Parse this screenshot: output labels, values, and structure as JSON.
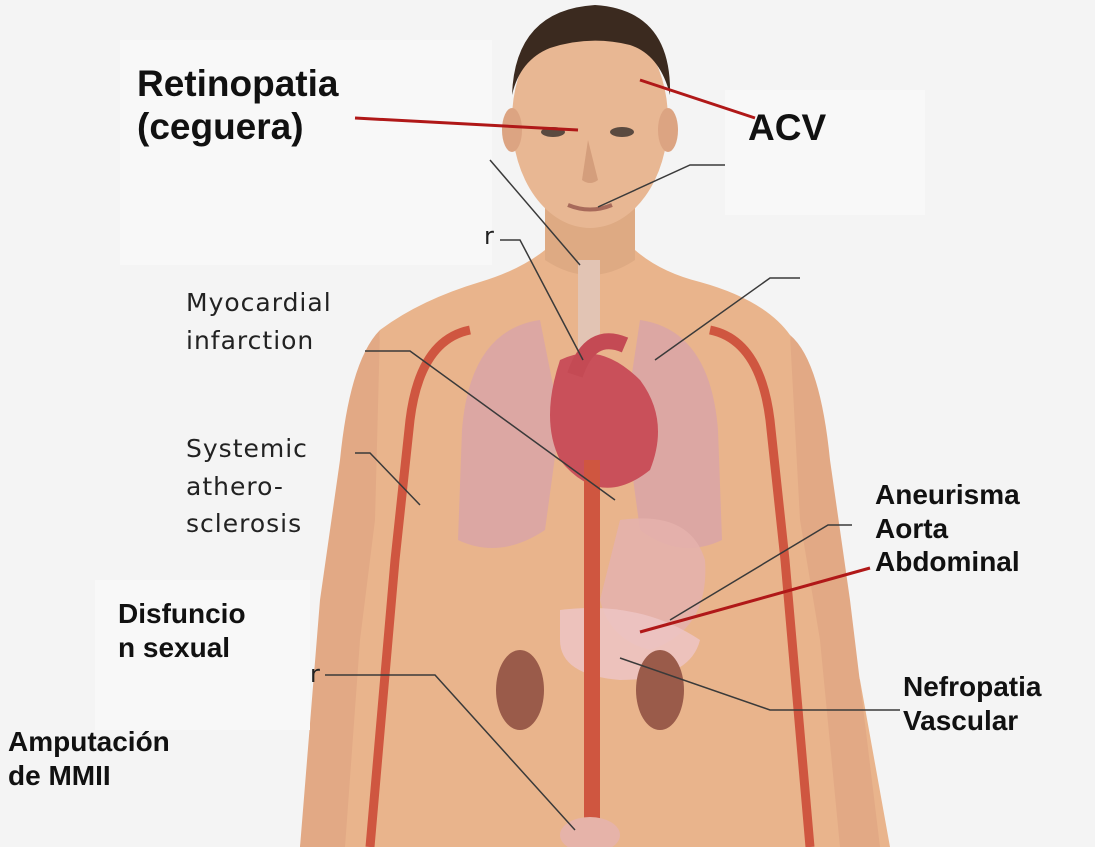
{
  "labels": {
    "retinopatia": "Retinopatia\n(ceguera)",
    "acv": "ACV",
    "myocardial": "Myocardial\ninfarction",
    "systemic": "Systemic\nathero-\nsclerosis",
    "aneurisma": "Aneurisma\nAorta\nAbdominal",
    "disfuncion": "Disfuncio\nn sexual",
    "nefropatia": "Nefropatia\nVascular",
    "amputacion": "Amputación\nde MMII",
    "frag_neck": "r",
    "frag_pelvis": "r"
  },
  "colors": {
    "background": "#f4f4f4",
    "skin": "#e9b48c",
    "hair": "#3b2a1f",
    "artery": "#cf5640",
    "red_leader": "#b01818",
    "gray_leader": "#3a3a3a",
    "lung": "#d9a5a7",
    "heart": "#c9505a",
    "kidney": "#9a5b4a"
  }
}
